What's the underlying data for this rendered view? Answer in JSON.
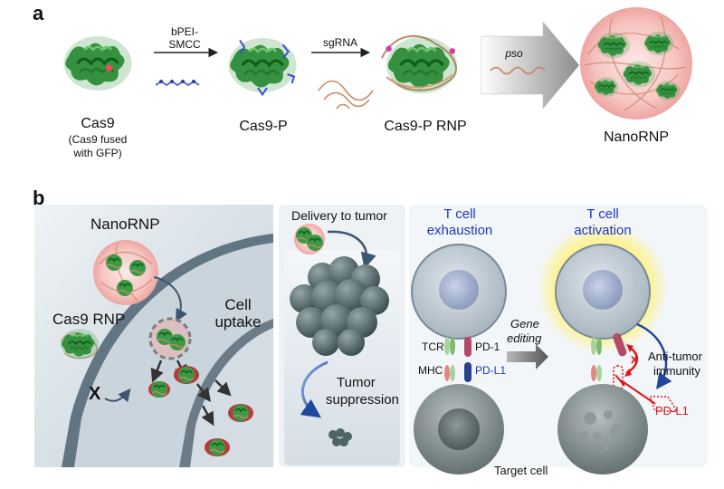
{
  "panel_a": {
    "letter": "a",
    "cas9": {
      "name": "Cas9",
      "note_line1": "(Cas9 fused",
      "note_line2": "with GFP)"
    },
    "step1": {
      "line1": "bPEI-",
      "line2": "SMCC"
    },
    "cas9p": "Cas9-P",
    "step2": "sgRNA",
    "cas9p_rnp": "Cas9-P RNP",
    "step3": "pso",
    "nanornp": "NanoRNP"
  },
  "panel_b": {
    "letter": "b",
    "left": {
      "nanornp": "NanoRNP",
      "cas9_rnp": "Cas9 RNP",
      "blocked": "X",
      "uptake_line1": "Cell",
      "uptake_line2": "uptake"
    },
    "middle": {
      "delivery": "Delivery to tumor",
      "suppression_line1": "Tumor",
      "suppression_line2": "suppression"
    },
    "right": {
      "exhaustion_line1": "T cell",
      "exhaustion_line2": "exhaustion",
      "activation_line1": "T cell",
      "activation_line2": "activation",
      "tcr": "TCR",
      "mhc": "MHC",
      "pd1": "PD-1",
      "pdl1": "PD-L1",
      "gene_line1": "Gene",
      "gene_line2": "editing",
      "antitumor_line1": "Anti-tumor",
      "antitumor_line2": "immunity",
      "x_mark": "x",
      "pdl1_knocked": "PD-L1",
      "target": "Target cell"
    }
  },
  "colors": {
    "protein": "#2e8b3a",
    "rna": "#c98a6a",
    "nanoparticle": "#f3b8b6",
    "cell_grey": "#8a9696",
    "tumor": "#4f6465",
    "label_blue": "#1a35c8",
    "label_red": "#e0151b",
    "halo": "#fff27a"
  }
}
